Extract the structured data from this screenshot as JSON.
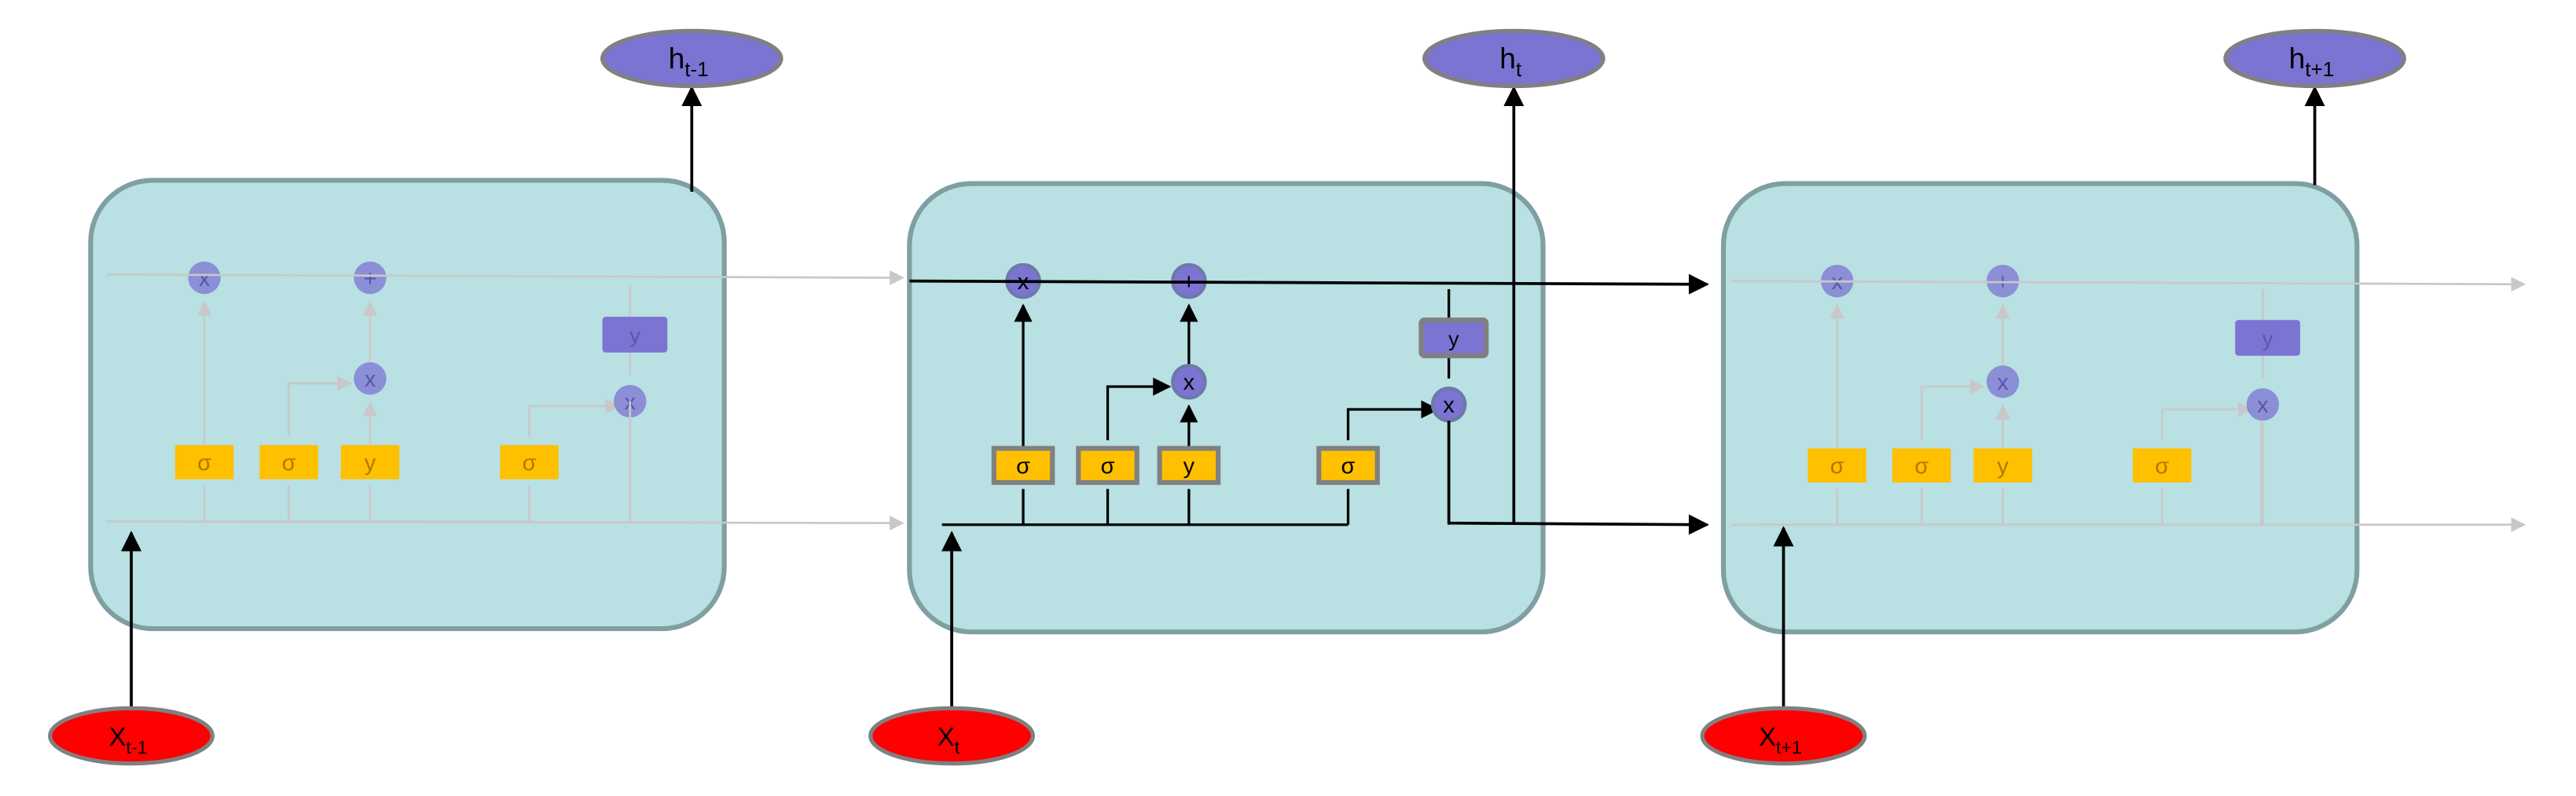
{
  "colors": {
    "cell_fill": "#b9e0e2",
    "cell_stroke": "#7f9fa2",
    "node_fill": "#7b74d2",
    "node_stroke": "#6d79a8",
    "gate_fill": "#ffc000",
    "gate_stroke": "#808080",
    "input_fill": "#ff0000",
    "input_stroke": "#808080",
    "output_fill": "#7b74d2",
    "arrow_active": "#000000",
    "arrow_faded": "#c8c8c8"
  },
  "cells": [
    {
      "id": "prev",
      "active": false
    },
    {
      "id": "current",
      "active": true
    },
    {
      "id": "next",
      "active": false
    }
  ],
  "cell_content": {
    "op_forget": "x",
    "op_add": "+",
    "op_input": "x",
    "op_output": "x",
    "gates": [
      "σ",
      "σ",
      "y",
      "σ"
    ],
    "output_tanh": "y"
  },
  "inputs": [
    {
      "base": "X",
      "sub": "t-1"
    },
    {
      "base": "X",
      "sub": "t"
    },
    {
      "base": "X",
      "sub": "t+1"
    }
  ],
  "outputs": [
    {
      "base": "h",
      "sub": "t-1"
    },
    {
      "base": "h",
      "sub": "t"
    },
    {
      "base": "h",
      "sub": "t+1"
    }
  ]
}
